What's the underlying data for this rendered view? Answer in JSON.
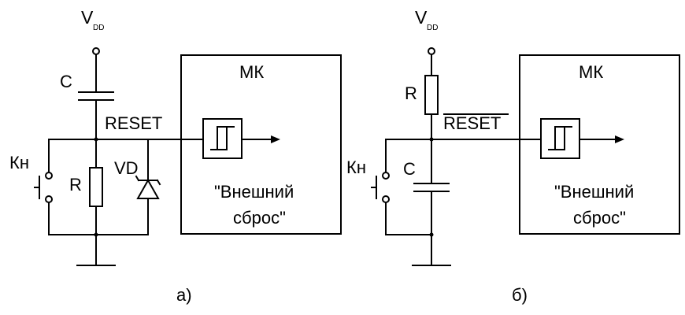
{
  "circuit_a": {
    "supply": "V",
    "supply_sub": "DD",
    "capacitor": "C",
    "signal": "RESET",
    "button": "Кн",
    "resistor": "R",
    "diode": "VD",
    "mcu": "МК",
    "function_line1": "\"Внешний",
    "function_line2": "сброс\"",
    "caption": "а)"
  },
  "circuit_b": {
    "supply": "V",
    "supply_sub": "DD",
    "resistor": "R",
    "signal": "RESET",
    "button": "Кн",
    "capacitor": "C",
    "mcu": "МК",
    "function_line1": "\"Внешний",
    "function_line2": "сброс\"",
    "caption": "б)"
  }
}
